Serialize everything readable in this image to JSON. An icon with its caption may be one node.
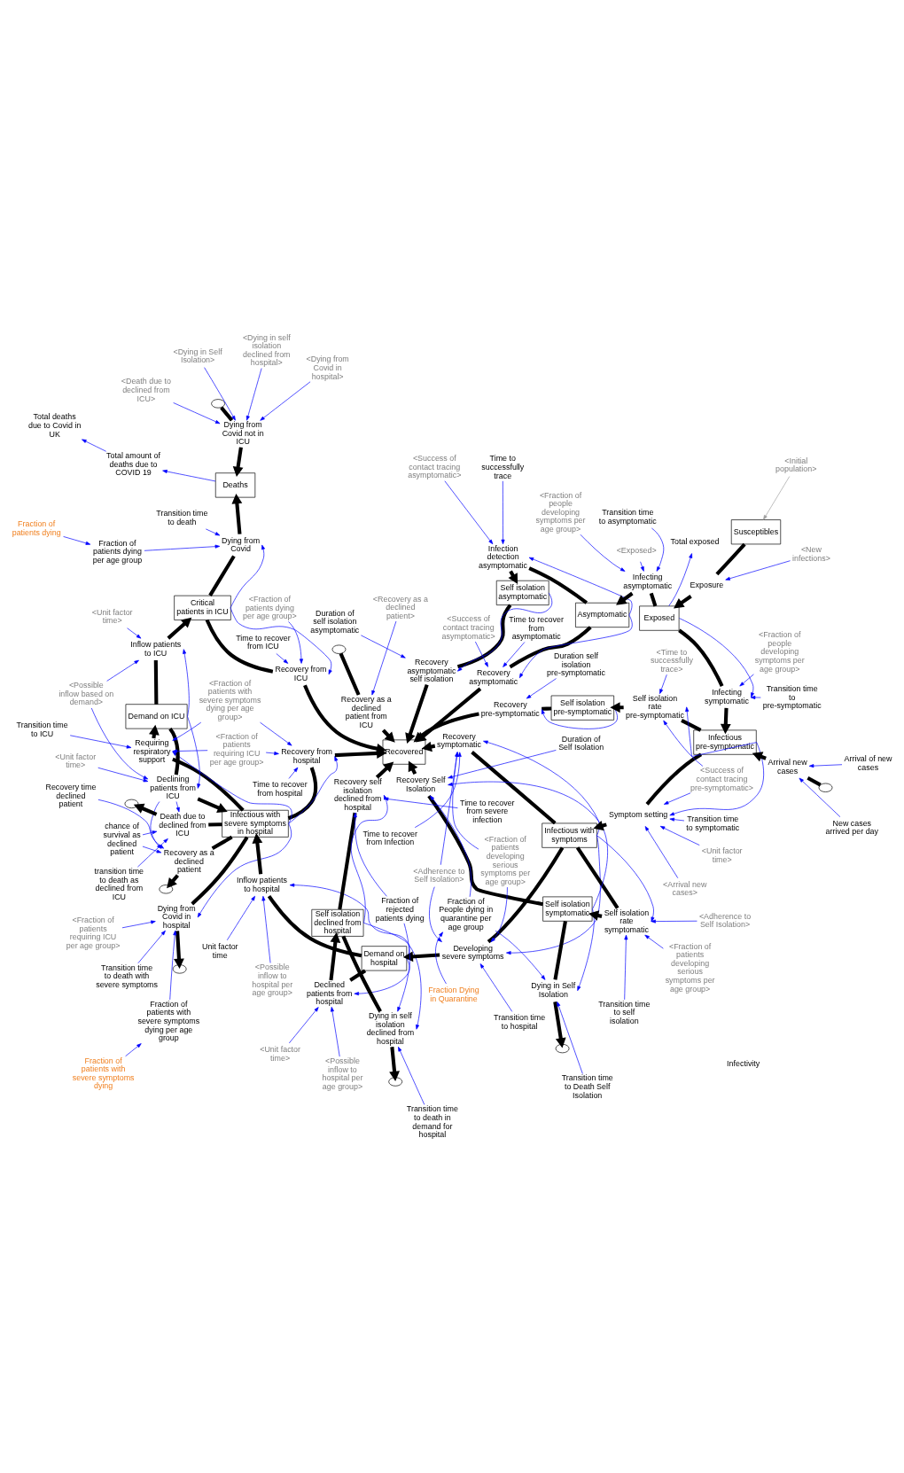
{
  "diagram": {
    "nodes": [
      {
        "text": [
          "Susceptibles"
        ]
      },
      {
        "text": [
          "Exposed"
        ]
      },
      {
        "text": [
          "Infectious pre-symptomatic"
        ]
      },
      {
        "text": [
          "Infectious with symptoms"
        ]
      },
      {
        "text": [
          "Demand on hospital"
        ]
      },
      {
        "text": [
          "Infectious with severe symptoms in hospital"
        ]
      },
      {
        "text": [
          "Demand on ICU"
        ]
      },
      {
        "text": [
          "Critical patients in ICU"
        ]
      },
      {
        "text": [
          "Deaths"
        ]
      },
      {
        "text": [
          "Self isolation declined from hospital"
        ]
      },
      {
        "text": [
          "Self isolation symptomatic"
        ]
      },
      {
        "text": [
          "Self isolation pre-symptomatic"
        ]
      },
      {
        "text": [
          "Recovered"
        ]
      },
      {
        "text": [
          "Asymptomatic"
        ]
      },
      {
        "text": [
          "Self isolation asymptomatic"
        ]
      },
      {
        "text": [],
        "shape": "cloud"
      },
      {
        "text": [],
        "shape": "cloud"
      },
      {
        "text": [],
        "shape": "cloud"
      },
      {
        "text": [],
        "shape": "cloud"
      },
      {
        "text": [],
        "shape": "cloud"
      },
      {
        "text": [],
        "shape": "cloud"
      },
      {
        "text": [],
        "shape": "cloud"
      },
      {
        "text": [],
        "shape": "cloud"
      },
      {
        "text": [
          "Exposure"
        ]
      },
      {
        "text": [
          "Infecting symptomatic"
        ]
      },
      {
        "text": [
          "Infecting asymptomatic"
        ]
      },
      {
        "text": [
          "Arrival new cases"
        ]
      },
      {
        "text": [
          "Symptom setting"
        ]
      },
      {
        "text": [
          "Self isolation rate pre-symptomatic"
        ]
      },
      {
        "text": [
          "Recovery pre-symptomatic"
        ]
      },
      {
        "text": [
          "Developing severe symptoms"
        ]
      },
      {
        "text": [
          "Self isolation rate symptomatic"
        ]
      },
      {
        "text": [
          "Recovery symptomatic"
        ]
      },
      {
        "text": [
          "Recovery Self Isolation"
        ]
      },
      {
        "text": [
          "Dying in Self Isolation"
        ]
      },
      {
        "text": [
          "Inflow patients to hospital"
        ]
      },
      {
        "text": [
          "Declined patients from hospital"
        ]
      },
      {
        "text": [
          "Recovery from hospital"
        ]
      },
      {
        "text": [
          "Requiring respiratory support"
        ]
      },
      {
        "text": [
          "Declining patients from ICU"
        ]
      },
      {
        "text": [
          "Inflow patients to ICU"
        ]
      },
      {
        "text": [
          "Recovery as a declined patient"
        ]
      },
      {
        "text": [
          "Death due to declined from ICU"
        ]
      },
      {
        "text": [
          "Dying from Covid in hospital"
        ]
      },
      {
        "text": [
          "Dying from Covid"
        ]
      },
      {
        "text": [
          "Dying from Covid not in ICU"
        ]
      },
      {
        "text": [
          "Recovery from ICU"
        ]
      },
      {
        "text": [
          "Recovery self isolation declined from hospital"
        ]
      },
      {
        "text": [
          "Dying in self isolation declined from hospital"
        ]
      },
      {
        "text": [
          "Recovery as a declined patient from ICU"
        ]
      },
      {
        "text": [
          "Recovery asymptomatic"
        ]
      },
      {
        "text": [
          "Infection detection asymptomatic"
        ]
      },
      {
        "text": [
          "Recovery asymptomatic self isolation"
        ]
      },
      {
        "text": [
          "<Initial population>"
        ]
      },
      {
        "text": [
          "<New infections>"
        ]
      },
      {
        "text": [
          "Transition time to pre-symptomatic"
        ]
      },
      {
        "text": [
          "<Fraction of people developing symptoms per age group>"
        ]
      },
      {
        "text": [
          "Total exposed"
        ]
      },
      {
        "text": [
          "<Exposed>"
        ]
      },
      {
        "text": [
          "<Fraction of people developing symptoms per age group>"
        ]
      },
      {
        "text": [
          "Transition time to asymptomatic"
        ]
      },
      {
        "text": [
          "Arrival of new cases"
        ]
      },
      {
        "text": [
          "New cases arrived per day"
        ]
      },
      {
        "text": [
          "Transition time to symptomatic"
        ]
      },
      {
        "text": [
          "<Unit factor time>"
        ]
      },
      {
        "text": [
          "<Arrival new cases>"
        ]
      },
      {
        "text": [
          "<Success of contact tracing pre-symptomatic>"
        ]
      },
      {
        "text": [
          "<Time to successfully trace>"
        ]
      },
      {
        "text": [
          "Duration self isolation pre-symptomatic"
        ]
      },
      {
        "text": [
          "Transition time to hospital"
        ]
      },
      {
        "text": [
          "<Fraction of patients developing serious symptoms per age group>"
        ]
      },
      {
        "text": [
          "<Adherence to Self Isolation>"
        ]
      },
      {
        "text": [
          "Time to recover from Infection"
        ]
      },
      {
        "text": [
          "Transition time to self isolation"
        ]
      },
      {
        "text": [
          "<Fraction of patients developing serious symptoms per age group>"
        ]
      },
      {
        "text": [
          "<Adherence to Self Isolation>"
        ]
      },
      {
        "text": [
          "Duration of Self Isolation"
        ]
      },
      {
        "text": [
          "Fraction of People dying in quarantine per age group"
        ]
      },
      {
        "text": [
          "Fraction Dying in Quarantine"
        ]
      },
      {
        "text": [
          "Transition time to Death Self Isolation"
        ]
      },
      {
        "text": [
          "Unit factor time"
        ]
      },
      {
        "text": [
          "<Possible inflow to hospital per age group>"
        ]
      },
      {
        "text": [
          "<Possible inflow to hospital per age group>"
        ]
      },
      {
        "text": [
          "<Unit factor time>"
        ]
      },
      {
        "text": [
          "Fraction of rejected patients dying"
        ]
      },
      {
        "text": [
          "Time to recover from severe infection"
        ]
      },
      {
        "text": [
          "Transition time to death in demand for hospital"
        ]
      },
      {
        "text": [
          "Transition time to ICU"
        ]
      },
      {
        "text": [
          "<Fraction of patients with severe symptoms dying per age group>"
        ]
      },
      {
        "text": [
          "<Fraction of patients requiring ICU per age group>"
        ]
      },
      {
        "text": [
          "Time to recover from hospital"
        ]
      },
      {
        "text": [
          "<Unit factor time>"
        ]
      },
      {
        "text": [
          "<Possible inflow based on demand>"
        ]
      },
      {
        "text": [
          "<Unit factor time>"
        ]
      },
      {
        "text": [
          "Recovery time declined patient"
        ]
      },
      {
        "text": [
          "chance of survival as declined patient"
        ]
      },
      {
        "text": [
          "transition time to death as declined from ICU"
        ]
      },
      {
        "text": [
          "Transition time to death with severe symptoms"
        ]
      },
      {
        "text": [
          "Fraction of patients with severe symptoms dying per age group"
        ]
      },
      {
        "text": [
          "<Fraction of patients requiring ICU per age group>"
        ]
      },
      {
        "text": [
          "Fraction of patients with severe symptoms dying"
        ]
      },
      {
        "text": [
          "Fraction of patients dying"
        ]
      },
      {
        "text": [
          "Fraction of patients dying per age group"
        ]
      },
      {
        "text": [
          "Transition time to death"
        ]
      },
      {
        "text": [
          "Total amount of deaths due to COVID 19"
        ]
      },
      {
        "text": [
          "Total deaths due to Covid in UK"
        ]
      },
      {
        "text": [
          "<Dying from Covid in hospital>"
        ]
      },
      {
        "text": [
          "<Dying in self isolation declined from hospital>"
        ]
      },
      {
        "text": [
          "<Dying in Self Isolation>"
        ]
      },
      {
        "text": [
          "<Death due to declined from ICU>"
        ]
      },
      {
        "text": [
          "<Fraction of patients dying per age group>"
        ]
      },
      {
        "text": [
          "Time to recover from ICU"
        ]
      },
      {
        "text": [
          "<Recovery as a declined patient>"
        ]
      },
      {
        "text": [
          "<Success of contact tracing asymptomatic>"
        ]
      },
      {
        "text": [
          "Time to recover from asymptomatic"
        ]
      },
      {
        "text": [
          "Time to successfully trace"
        ]
      },
      {
        "text": [
          "<Success of contact tracing asymptomatic>"
        ]
      },
      {
        "text": [
          "Duration of self isolation asymptomatic"
        ]
      }
    ],
    "edges": [
      {
        "from": 0,
        "to": 23,
        "arrow": "none",
        "style": "thick",
        "color": "#000000"
      },
      {
        "from": 23,
        "to": 1,
        "arrow": "to",
        "style": "thick",
        "color": "#000000"
      },
      {
        "from": 1,
        "to": 24,
        "arrow": "none",
        "style": "thick",
        "color": "#000000"
      },
      {
        "from": 24,
        "to": 2,
        "arrow": "to",
        "style": "thick",
        "color": "#000000"
      },
      {
        "from": 1,
        "to": 25,
        "arrow": "none",
        "style": "thick",
        "color": "#000000"
      },
      {
        "from": 25,
        "to": 13,
        "arrow": "to",
        "style": "thick",
        "color": "#000000"
      },
      {
        "from": 15,
        "to": 26,
        "arrow": "none",
        "style": "thick",
        "color": "#000000"
      },
      {
        "from": 26,
        "to": 2,
        "arrow": "to",
        "style": "thick",
        "color": "#000000"
      },
      {
        "from": 2,
        "to": 27,
        "arrow": "none",
        "style": "thick",
        "color": "#000000"
      },
      {
        "from": 27,
        "to": 3,
        "arrow": "to",
        "style": "thick",
        "color": "#000000"
      },
      {
        "from": 2,
        "to": 28,
        "arrow": "none",
        "style": "thick",
        "color": "#000000"
      },
      {
        "from": 28,
        "to": 11,
        "arrow": "to",
        "style": "thick",
        "color": "#000000"
      },
      {
        "from": 11,
        "to": 29,
        "arrow": "none",
        "style": "thick",
        "color": "#000000"
      },
      {
        "from": 29,
        "to": 12,
        "arrow": "to",
        "style": "thick",
        "color": "#000000"
      },
      {
        "from": 3,
        "to": 30,
        "arrow": "none",
        "style": "thick",
        "color": "#000000"
      },
      {
        "from": 30,
        "to": 4,
        "arrow": "to",
        "style": "thick",
        "color": "#000000"
      },
      {
        "from": 3,
        "to": 31,
        "arrow": "none",
        "style": "thick",
        "color": "#000000"
      },
      {
        "from": 31,
        "to": 10,
        "arrow": "to",
        "style": "thick",
        "color": "#000000"
      },
      {
        "from": 3,
        "to": 32,
        "arrow": "none",
        "style": "thick",
        "color": "#000000"
      },
      {
        "from": 32,
        "to": 12,
        "arrow": "to",
        "style": "thick",
        "color": "#000000"
      },
      {
        "from": 10,
        "to": 33,
        "arrow": "none",
        "style": "thick",
        "color": "#000000"
      },
      {
        "from": 33,
        "to": 12,
        "arrow": "to",
        "style": "thick",
        "color": "#000000"
      },
      {
        "from": 10,
        "to": 34,
        "arrow": "none",
        "style": "thick",
        "color": "#000000"
      },
      {
        "from": 34,
        "to": 20,
        "arrow": "to",
        "style": "thick",
        "color": "#000000"
      },
      {
        "from": 4,
        "to": 35,
        "arrow": "none",
        "style": "thick",
        "color": "#000000"
      },
      {
        "from": 35,
        "to": 5,
        "arrow": "to",
        "style": "thick",
        "color": "#000000"
      },
      {
        "from": 4,
        "to": 36,
        "arrow": "none",
        "style": "thick",
        "color": "#000000"
      },
      {
        "from": 36,
        "to": 9,
        "arrow": "to",
        "style": "thick",
        "color": "#000000"
      },
      {
        "from": 5,
        "to": 37,
        "arrow": "none",
        "style": "thick",
        "color": "#000000"
      },
      {
        "from": 37,
        "to": 12,
        "arrow": "to",
        "style": "thick",
        "color": "#000000"
      },
      {
        "from": 5,
        "to": 38,
        "arrow": "none",
        "style": "thick",
        "color": "#000000"
      },
      {
        "from": 38,
        "to": 6,
        "arrow": "to",
        "style": "thick",
        "color": "#000000"
      },
      {
        "from": 6,
        "to": 39,
        "arrow": "none",
        "style": "thick",
        "color": "#000000"
      },
      {
        "from": 39,
        "to": 5,
        "arrow": "to",
        "style": "thick",
        "color": "#000000"
      },
      {
        "from": 6,
        "to": 40,
        "arrow": "none",
        "style": "thick",
        "color": "#000000"
      },
      {
        "from": 40,
        "to": 7,
        "arrow": "to",
        "style": "thick",
        "color": "#000000"
      },
      {
        "from": 5,
        "to": 41,
        "arrow": "none",
        "style": "thick",
        "color": "#000000"
      },
      {
        "from": 41,
        "to": 16,
        "arrow": "to",
        "style": "thick",
        "color": "#000000"
      },
      {
        "from": 5,
        "to": 42,
        "arrow": "none",
        "style": "thick",
        "color": "#000000"
      },
      {
        "from": 42,
        "to": 17,
        "arrow": "to",
        "style": "thick",
        "color": "#000000"
      },
      {
        "from": 5,
        "to": 43,
        "arrow": "none",
        "style": "thick",
        "color": "#000000"
      },
      {
        "from": 43,
        "to": 18,
        "arrow": "to",
        "style": "thick",
        "color": "#000000"
      },
      {
        "from": 7,
        "to": 44,
        "arrow": "none",
        "style": "thick",
        "color": "#000000"
      },
      {
        "from": 44,
        "to": 8,
        "arrow": "to",
        "style": "thick",
        "color": "#000000"
      },
      {
        "from": 21,
        "to": 45,
        "arrow": "none",
        "style": "thick",
        "color": "#000000"
      },
      {
        "from": 45,
        "to": 8,
        "arrow": "to",
        "style": "thick",
        "color": "#000000"
      },
      {
        "from": 7,
        "to": 46,
        "arrow": "none",
        "style": "thick",
        "color": "#000000"
      },
      {
        "from": 46,
        "to": 12,
        "arrow": "to",
        "style": "thick",
        "color": "#000000"
      },
      {
        "from": 9,
        "to": 47,
        "arrow": "none",
        "style": "thick",
        "color": "#000000"
      },
      {
        "from": 47,
        "to": 12,
        "arrow": "to",
        "style": "thick",
        "color": "#000000"
      },
      {
        "from": 9,
        "to": 48,
        "arrow": "none",
        "style": "thick",
        "color": "#000000"
      },
      {
        "from": 48,
        "to": 19,
        "arrow": "to",
        "style": "thick",
        "color": "#000000"
      },
      {
        "from": 22,
        "to": 49,
        "arrow": "none",
        "style": "thick",
        "color": "#000000"
      },
      {
        "from": 49,
        "to": 12,
        "arrow": "to",
        "style": "thick",
        "color": "#000000"
      },
      {
        "from": 13,
        "to": 50,
        "arrow": "none",
        "style": "thick",
        "color": "#000000"
      },
      {
        "from": 50,
        "to": 12,
        "arrow": "to",
        "style": "thick",
        "color": "#000000"
      },
      {
        "from": 13,
        "to": 51,
        "arrow": "none",
        "style": "thick",
        "color": "#000000"
      },
      {
        "from": 51,
        "to": 14,
        "arrow": "to",
        "style": "thick",
        "color": "#000000"
      },
      {
        "from": 14,
        "to": 52,
        "arrow": "none",
        "style": "thick",
        "color": "#000000"
      },
      {
        "from": 52,
        "to": 12,
        "arrow": "to",
        "style": "thick",
        "color": "#000000"
      },
      {
        "from": 53,
        "to": 0,
        "arrow": "to",
        "color": "#a0a0a0"
      },
      {
        "from": 54,
        "to": 23,
        "arrow": "to"
      },
      {
        "from": 55,
        "to": 24,
        "arrow": "to"
      },
      {
        "from": 56,
        "to": 24,
        "arrow": "to"
      },
      {
        "from": 1,
        "to": 24,
        "arrow": "to"
      },
      {
        "from": 1,
        "to": 57,
        "arrow": "to"
      },
      {
        "from": 58,
        "to": 25,
        "arrow": "to"
      },
      {
        "from": 59,
        "to": 25,
        "arrow": "to"
      },
      {
        "from": 60,
        "to": 25,
        "arrow": "to"
      },
      {
        "from": 61,
        "to": 26,
        "arrow": "to"
      },
      {
        "from": 62,
        "to": 26,
        "arrow": "to"
      },
      {
        "from": 63,
        "to": 27,
        "arrow": "to"
      },
      {
        "from": 64,
        "to": 27,
        "arrow": "to"
      },
      {
        "from": 65,
        "to": 27,
        "arrow": "to"
      },
      {
        "from": 66,
        "to": 27,
        "arrow": "to"
      },
      {
        "from": 2,
        "to": 27,
        "arrow": "to"
      },
      {
        "from": 66,
        "to": 28,
        "arrow": "to"
      },
      {
        "from": 2,
        "to": 28,
        "arrow": "to"
      },
      {
        "from": 67,
        "to": 28,
        "arrow": "to"
      },
      {
        "from": 11,
        "to": 29,
        "arrow": "to"
      },
      {
        "from": 68,
        "to": 29,
        "arrow": "to"
      },
      {
        "from": 69,
        "to": 30,
        "arrow": "to"
      },
      {
        "from": 70,
        "to": 30,
        "arrow": "to"
      },
      {
        "from": 71,
        "to": 30,
        "arrow": "to"
      },
      {
        "from": 3,
        "to": 30,
        "arrow": "to"
      },
      {
        "from": 3,
        "to": 31,
        "arrow": "to"
      },
      {
        "from": 73,
        "to": 31,
        "arrow": "to"
      },
      {
        "from": 74,
        "to": 31,
        "arrow": "to"
      },
      {
        "from": 75,
        "to": 31,
        "arrow": "to"
      },
      {
        "from": 70,
        "to": 32,
        "arrow": "to"
      },
      {
        "from": 71,
        "to": 32,
        "arrow": "to"
      },
      {
        "from": 3,
        "to": 32,
        "arrow": "to"
      },
      {
        "from": 72,
        "to": 32,
        "arrow": "to"
      },
      {
        "from": 10,
        "to": 33,
        "arrow": "to"
      },
      {
        "from": 76,
        "to": 33,
        "arrow": "to"
      },
      {
        "from": 77,
        "to": 33,
        "arrow": "to"
      },
      {
        "from": 10,
        "to": 34,
        "arrow": "to"
      },
      {
        "from": 77,
        "to": 34,
        "arrow": "to"
      },
      {
        "from": 79,
        "to": 34,
        "arrow": "to"
      },
      {
        "from": 78,
        "to": 77,
        "arrow": "to"
      },
      {
        "from": 80,
        "to": 35,
        "arrow": "to"
      },
      {
        "from": 81,
        "to": 35,
        "arrow": "to"
      },
      {
        "from": 4,
        "to": 35,
        "arrow": "to"
      },
      {
        "from": 82,
        "to": 36,
        "arrow": "to"
      },
      {
        "from": 4,
        "to": 36,
        "arrow": "to"
      },
      {
        "from": 83,
        "to": 36,
        "arrow": "to"
      },
      {
        "from": 89,
        "to": 37,
        "arrow": "to"
      },
      {
        "from": 88,
        "to": 37,
        "arrow": "to"
      },
      {
        "from": 5,
        "to": 37,
        "arrow": "to"
      },
      {
        "from": 90,
        "to": 37,
        "arrow": "to"
      },
      {
        "from": 5,
        "to": 38,
        "arrow": "to"
      },
      {
        "from": 87,
        "to": 38,
        "arrow": "to"
      },
      {
        "from": 88,
        "to": 38,
        "arrow": "to"
      },
      {
        "from": 89,
        "to": 38,
        "arrow": "to"
      },
      {
        "from": 91,
        "to": 39,
        "arrow": "to"
      },
      {
        "from": 92,
        "to": 39,
        "arrow": "to"
      },
      {
        "from": 6,
        "to": 39,
        "arrow": "to"
      },
      {
        "from": 92,
        "to": 40,
        "arrow": "to"
      },
      {
        "from": 6,
        "to": 40,
        "arrow": "to"
      },
      {
        "from": 93,
        "to": 40,
        "arrow": "to"
      },
      {
        "from": 94,
        "to": 41,
        "arrow": "to"
      },
      {
        "from": 95,
        "to": 41,
        "arrow": "to"
      },
      {
        "from": 39,
        "to": 41,
        "arrow": "to"
      },
      {
        "from": 95,
        "to": 42,
        "arrow": "to"
      },
      {
        "from": 96,
        "to": 42,
        "arrow": "to"
      },
      {
        "from": 39,
        "to": 42,
        "arrow": "to"
      },
      {
        "from": 97,
        "to": 43,
        "arrow": "to"
      },
      {
        "from": 98,
        "to": 43,
        "arrow": "to"
      },
      {
        "from": 99,
        "to": 43,
        "arrow": "to"
      },
      {
        "from": 5,
        "to": 43,
        "arrow": "to"
      },
      {
        "from": 100,
        "to": 98,
        "arrow": "to"
      },
      {
        "from": 101,
        "to": 102,
        "arrow": "to"
      },
      {
        "from": 7,
        "to": 44,
        "arrow": "to"
      },
      {
        "from": 102,
        "to": 44,
        "arrow": "to"
      },
      {
        "from": 103,
        "to": 44,
        "arrow": "to"
      },
      {
        "from": 8,
        "to": 104,
        "arrow": "to"
      },
      {
        "from": 104,
        "to": 105,
        "arrow": "to"
      },
      {
        "from": 106,
        "to": 45,
        "arrow": "to"
      },
      {
        "from": 107,
        "to": 45,
        "arrow": "to"
      },
      {
        "from": 108,
        "to": 45,
        "arrow": "to"
      },
      {
        "from": 109,
        "to": 45,
        "arrow": "to"
      },
      {
        "from": 7,
        "to": 46,
        "arrow": "to"
      },
      {
        "from": 110,
        "to": 46,
        "arrow": "to"
      },
      {
        "from": 111,
        "to": 46,
        "arrow": "to"
      },
      {
        "from": 9,
        "to": 47,
        "arrow": "to"
      },
      {
        "from": 84,
        "to": 47,
        "arrow": "to"
      },
      {
        "from": 85,
        "to": 47,
        "arrow": "to"
      },
      {
        "from": 9,
        "to": 48,
        "arrow": "to"
      },
      {
        "from": 84,
        "to": 48,
        "arrow": "to"
      },
      {
        "from": 86,
        "to": 48,
        "arrow": "to"
      },
      {
        "from": 112,
        "to": 49,
        "arrow": "to"
      },
      {
        "from": 13,
        "to": 50,
        "arrow": "to"
      },
      {
        "from": 113,
        "to": 50,
        "arrow": "to"
      },
      {
        "from": 114,
        "to": 50,
        "arrow": "to"
      },
      {
        "from": 13,
        "to": 51,
        "arrow": "to"
      },
      {
        "from": 115,
        "to": 51,
        "arrow": "to"
      },
      {
        "from": 116,
        "to": 51,
        "arrow": "to"
      },
      {
        "from": 14,
        "to": 52,
        "arrow": "to"
      },
      {
        "from": 117,
        "to": 52,
        "arrow": "to"
      }
    ],
    "labels": [
      "Infectivity"
    ]
  }
}
